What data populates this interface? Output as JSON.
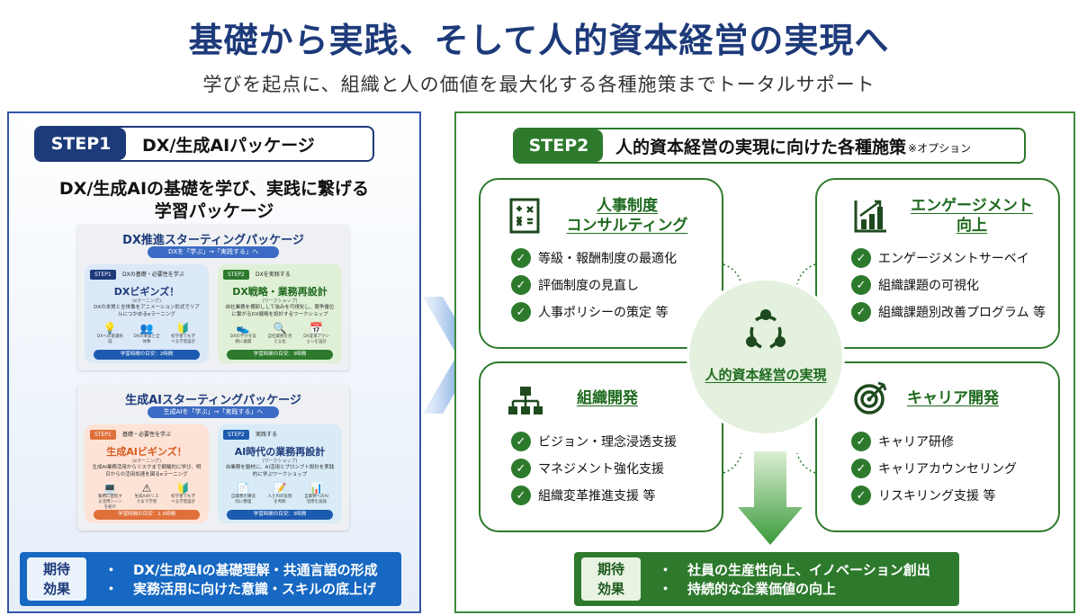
{
  "header": {
    "title": "基礎から実践、そして人的資本経営の実現へ",
    "subtitle": "学びを起点に、組織と人の価値を最大化する各種施策までトータルサポート"
  },
  "step1": {
    "num": "STEP1",
    "name": "DX/生成AIパッケージ",
    "heading_line1": "DX/生成AIの基礎を学び、実践に繋げる",
    "heading_line2": "学習パッケージ",
    "packages": [
      {
        "title": "DX推進スターティングパッケージ",
        "pill": "DXを「学ぶ」→「実践する」へ",
        "cards": [
          {
            "step": "STEP1",
            "step_label": "DXの基礎・必要性を学ぶ",
            "title": "DXビギンズ！",
            "sub": "(eラーニング)",
            "desc": "DXの本質と全体像をアニメーション形式でリアルにつかめるeラーニング",
            "icons": [
              "DXへの意識形成",
              "DXの本質と全体像",
              "初学者でも学べる学習設計"
            ],
            "bar": "学習時間の目安：2時間"
          },
          {
            "step": "STEP2",
            "step_label": "DXを実践する",
            "title": "DX戦略・業務再設計",
            "sub": "(ワークショップ)",
            "desc": "自社業務を棚卸しして強みを可視化し、競争優位に繋がるDX戦略を設計するワークショップ",
            "icons": [
              "DXの学びを実務に展開",
              "自社業務を見える化",
              "DX変革アクションを設計"
            ],
            "bar": "学習時間の目安：3時間"
          }
        ]
      },
      {
        "title": "生成AIスターティングパッケージ",
        "pill": "生成AIを「学ぶ」→「実践する」へ",
        "cards": [
          {
            "step": "STEP1",
            "step_label": "基礎・必要性を学ぶ",
            "title": "生成AIビギンズ！",
            "sub": "(eラーニング)",
            "desc": "生成AI業務活用からリスクまで網羅的に学び、明日からの活用加速を図るeラーニング",
            "icons": [
              "業務に直結する活用シーンを紹介",
              "生成AIのリスクまで学習",
              "初学者でも学べる学習設計"
            ],
            "bar": "学習時間の目安：1.5時間"
          },
          {
            "step": "STEP2",
            "step_label": "実践する",
            "title": "AI時代の業務再設計",
            "sub": "(ワークショップ)",
            "desc": "自業務を題材に、AI活用とプロンプト設計を実践的に学ぶワークショップ",
            "icons": [
              "自業務を構造的に整理",
              "人とAIの役割を判断",
              "自業務へのAI活用を実践"
            ],
            "bar": "学習時間の目安：3時間"
          }
        ]
      }
    ],
    "effect_badge": [
      "期待",
      "効果"
    ],
    "effects": [
      "DX/生成AIの基礎理解・共通言語の形成",
      "実務活用に向けた意識・スキルの底上げ"
    ],
    "bullet": "・"
  },
  "step2": {
    "num": "STEP2",
    "name": "人的資本経営の実現に向けた各種施策",
    "option": "※オプション",
    "center": "人的資本経営の実現",
    "quadrants": [
      {
        "title": [
          "人事制度",
          "コンサルティング"
        ],
        "icon": "document-chart-icon",
        "items": [
          "等級・報酬制度の最適化",
          "評価制度の見直し",
          "人事ポリシーの策定  等"
        ]
      },
      {
        "title": [
          "エンゲージメント",
          "向上"
        ],
        "icon": "bar-chart-icon",
        "items": [
          "エンゲージメントサーベイ",
          "組織課題の可視化",
          "組織課題別改善プログラム  等"
        ]
      },
      {
        "title": [
          "組織開発"
        ],
        "icon": "org-chart-icon",
        "items": [
          "ビジョン・理念浸透支援",
          "マネジメント強化支援",
          "組織変革推進支援  等"
        ]
      },
      {
        "title": [
          "キャリア開発"
        ],
        "icon": "target-icon",
        "items": [
          "キャリア研修",
          "キャリアカウンセリング",
          "リスキリング支援  等"
        ]
      }
    ],
    "effect_badge": [
      "期待",
      "効果"
    ],
    "effects": [
      "社員の生産性向上、イノベーション創出",
      "持続的な企業価値の向上"
    ],
    "bullet": "・",
    "check": "✓"
  },
  "colors": {
    "navy": "#1d3a7a",
    "blue": "#1668c2",
    "green": "#2d7a2d",
    "light_green": "#e4f1de"
  }
}
